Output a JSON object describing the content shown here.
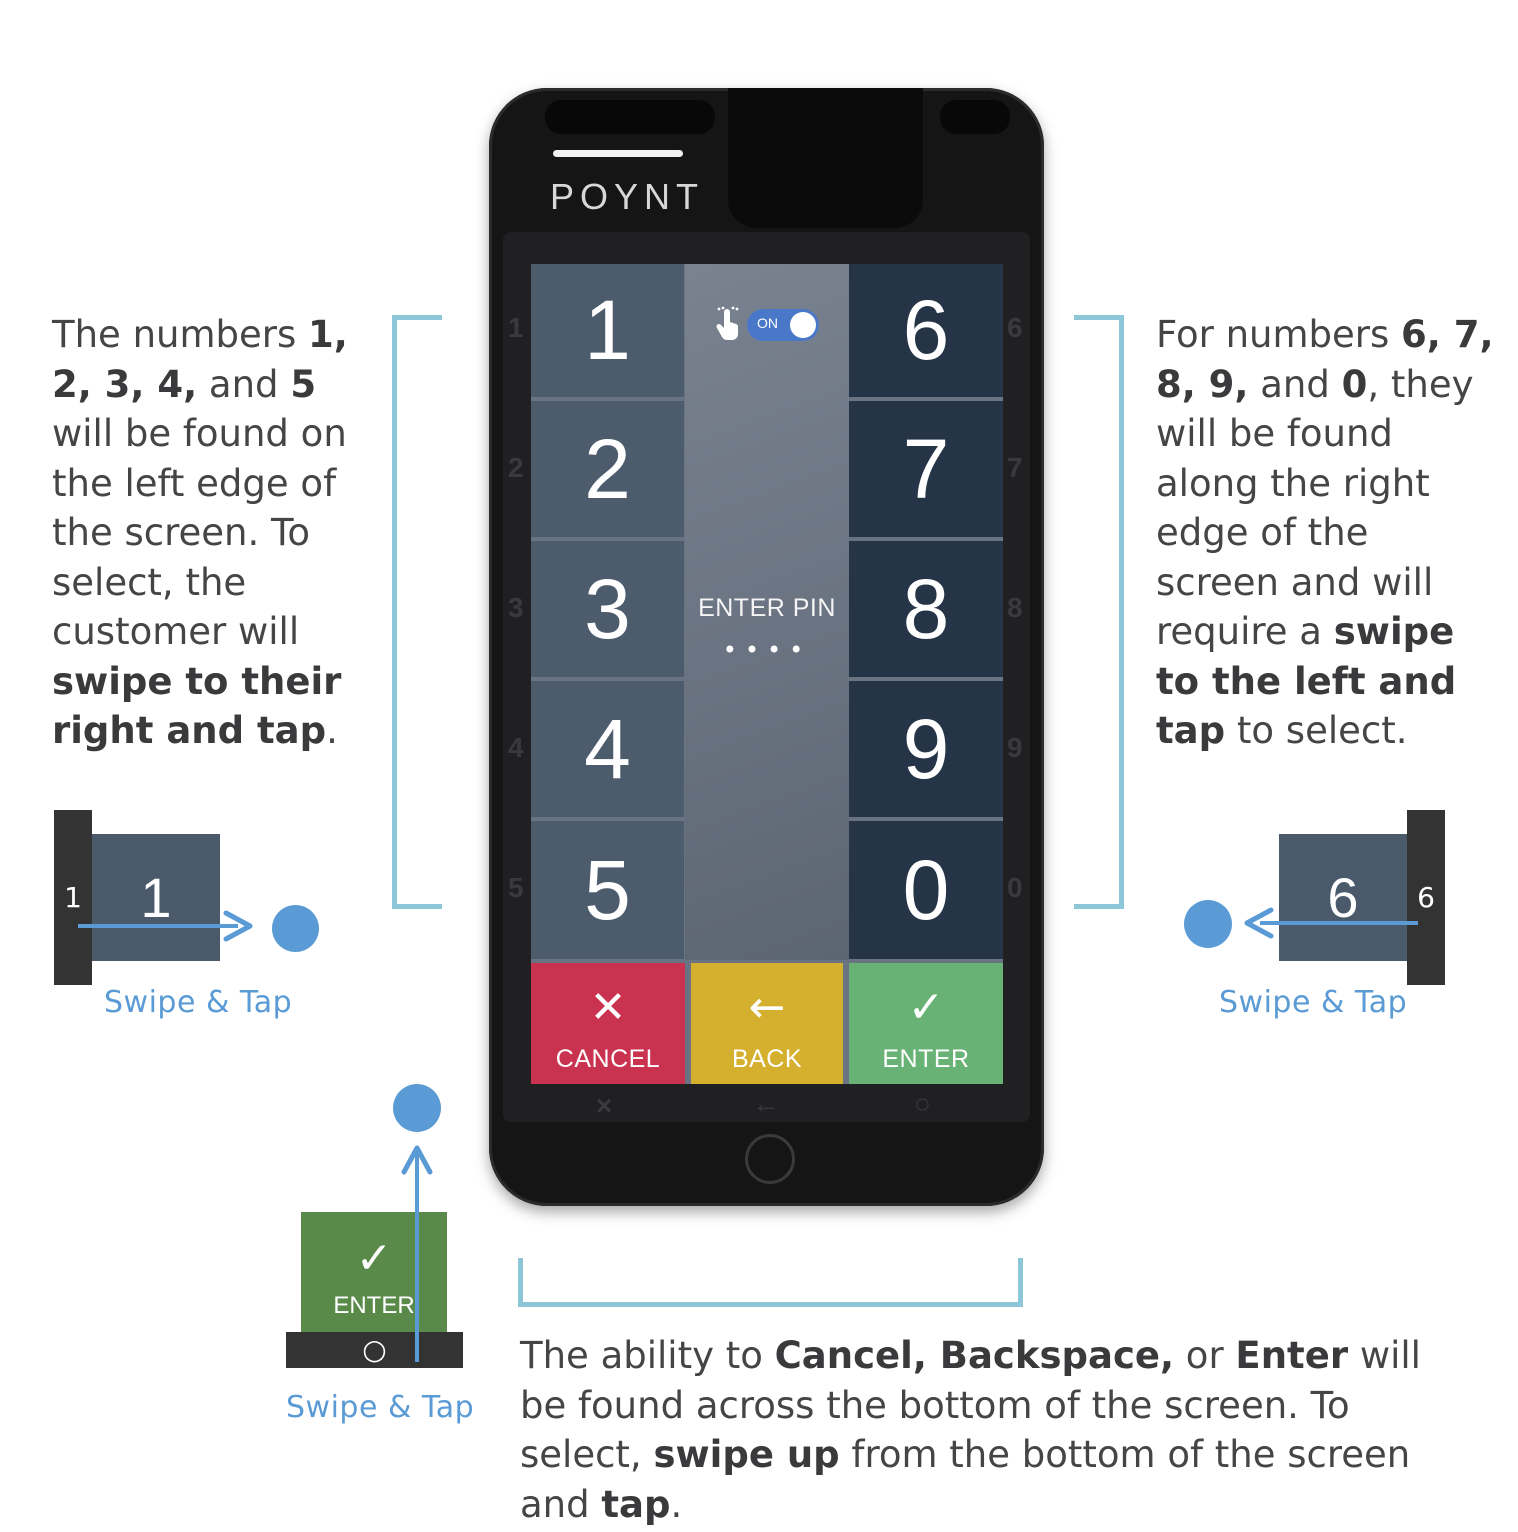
{
  "device": {
    "brand": "POYNT"
  },
  "screen": {
    "left_keys": [
      "1",
      "2",
      "3",
      "4",
      "5"
    ],
    "right_keys": [
      "6",
      "7",
      "8",
      "9",
      "0"
    ],
    "toggle_label": "ON",
    "pin_label": "ENTER PIN",
    "pin_dots": "••••",
    "cancel": {
      "glyph": "✕",
      "label": "CANCEL",
      "color": "#c93350"
    },
    "back": {
      "glyph": "←",
      "label": "BACK",
      "color": "#d4b02e"
    },
    "enter": {
      "glyph": "✓",
      "label": "ENTER",
      "color": "#67b274"
    }
  },
  "bezel": {
    "left_markers": [
      "1",
      "2",
      "3",
      "4",
      "5"
    ],
    "right_markers": [
      "6",
      "7",
      "8",
      "9",
      "0"
    ],
    "bottom_markers": [
      "×",
      "←",
      "○"
    ]
  },
  "left_text": {
    "p1": "The numbers ",
    "b1": "1, 2, 3, 4,",
    "p2": " and ",
    "b2": "5",
    "p3": " will be found on the left edge of the screen. To select, the customer will ",
    "b3": "swipe to their right and tap",
    "p4": "."
  },
  "right_text": {
    "p1": "For numbers ",
    "b1": "6, 7, 8, 9,",
    "p2": " and ",
    "b2": "0",
    "p3": ", they will be found along the right edge of the screen and will require a ",
    "b3": "swipe to the left and tap",
    "p4": " to select."
  },
  "bottom_text": {
    "p1": "The ability to ",
    "b1": "Cancel, Backspace,",
    "p2": " or ",
    "b2": "Enter",
    "p3": " will be found across the bottom of the screen. To select, ",
    "b3": "swipe up",
    "p4": " from the bottom of the screen and ",
    "b4": "tap",
    "p5": "."
  },
  "illustrations": {
    "left": {
      "edge_label": "1",
      "key_label": "1",
      "caption": "Swipe & Tap"
    },
    "right": {
      "edge_label": "6",
      "key_label": "6",
      "caption": "Swipe & Tap"
    },
    "bottom": {
      "key_label": "ENTER",
      "glyph": "✓",
      "edge_glyph": "○",
      "caption": "Swipe & Tap"
    }
  },
  "colors": {
    "accent_blue": "#5b9bd5",
    "bracket": "#8cc6d8",
    "key_left": "#4c5c6d",
    "key_right": "#253447"
  }
}
